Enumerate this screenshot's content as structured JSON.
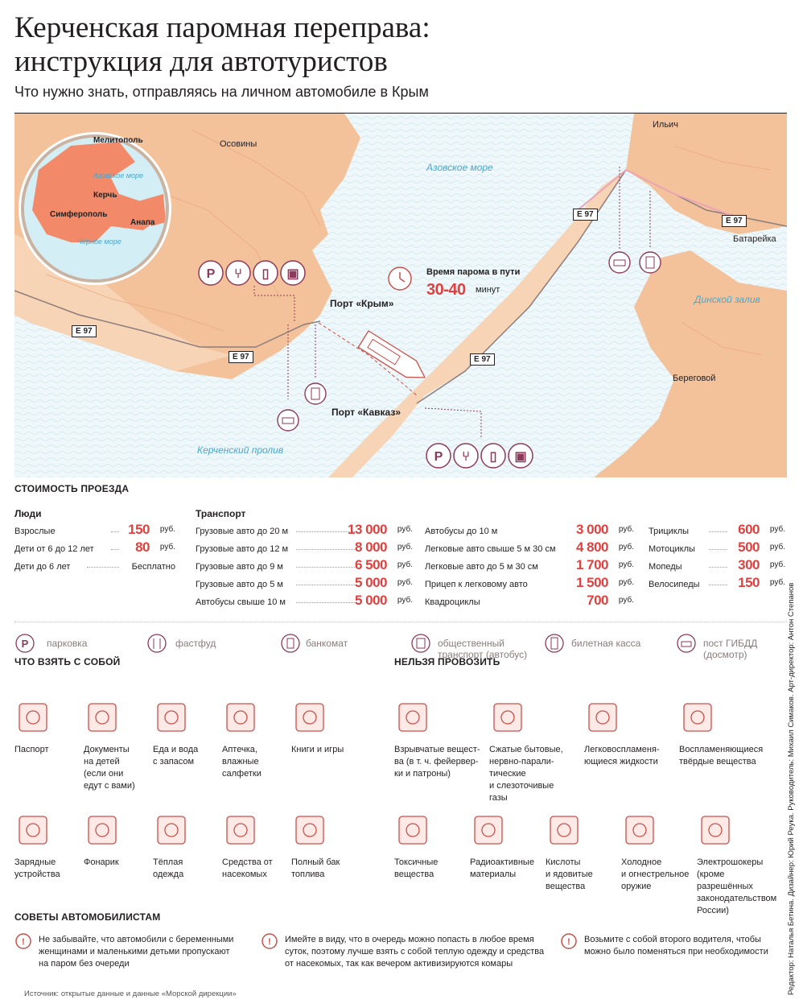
{
  "header": {
    "title_line1": "Керченская паромная переправа:",
    "title_line2": "инструкция для автотуристов",
    "subtitle": "Что нужно знать, отправляясь на личном автомобиле в Крым"
  },
  "map": {
    "inset": {
      "melitopol": "Мелитополь",
      "azov": "Азовское море",
      "kerch": "Керчь",
      "simferopol": "Симферополь",
      "anapa": "Анапа",
      "black": "Чёрное море"
    },
    "places": {
      "osoviny": "Осовины",
      "ilyich": "Ильич",
      "batareyka": "Батарейка",
      "beregovoy": "Береговой"
    },
    "seas": {
      "azov": "Азовское море",
      "dinsky": "Динской залив",
      "kerch_strait": "Керченский пролив"
    },
    "roads": {
      "e97": "E 97"
    },
    "ports": {
      "crimea": "Порт «Крым»",
      "kavkaz": "Порт «Кавказ»"
    },
    "ferry_time": {
      "label": "Время парома в пути",
      "value": "30-40",
      "unit": "минут"
    }
  },
  "fares": {
    "title": "СТОИМОСТЬ ПРОЕЗДА",
    "people_title": "Люди",
    "transport_title": "Транспорт",
    "currency": "руб.",
    "people": [
      {
        "label": "Взрослые",
        "value": "150"
      },
      {
        "label": "Дети от 6 до 12 лет",
        "value": "80"
      },
      {
        "label": "Дети до 6 лет",
        "value": "Бесплатно"
      }
    ],
    "transport_col1": [
      {
        "label": "Грузовые авто до 20 м",
        "value": "13 000"
      },
      {
        "label": "Грузовые авто до 12 м",
        "value": "8 000"
      },
      {
        "label": "Грузовые авто до 9 м",
        "value": "6 500"
      },
      {
        "label": "Грузовые авто до 5 м",
        "value": "5 000"
      },
      {
        "label": "Автобусы свыше 10 м",
        "value": "5 000"
      }
    ],
    "transport_col2": [
      {
        "label": "Автобусы до 10 м",
        "value": "3 000"
      },
      {
        "label": "Легковые авто свыше 5 м 30 см",
        "value": "4 800"
      },
      {
        "label": "Легковые авто до 5 м 30 см",
        "value": "1 700"
      },
      {
        "label": "Прицеп к легковому авто",
        "value": "1 500"
      },
      {
        "label": "Квадроциклы",
        "value": "700"
      }
    ],
    "transport_col3": [
      {
        "label": "Трициклы",
        "value": "600"
      },
      {
        "label": "Мотоциклы",
        "value": "500"
      },
      {
        "label": "Мопеды",
        "value": "300"
      },
      {
        "label": "Велосипеды",
        "value": "150"
      }
    ]
  },
  "legend": {
    "parking": "парковка",
    "fastfood": "фастфуд",
    "atm": "банкомат",
    "bus_1": "общественный",
    "bus_2": "транспорт (автобус)",
    "ticket": "билетная касса",
    "police_1": "пост ГИБДД",
    "police_2": "(досмотр)"
  },
  "take": {
    "title": "ЧТО ВЗЯТЬ С СОБОЙ",
    "items": [
      {
        "icon": "passport-icon",
        "l1": "Паспорт"
      },
      {
        "icon": "documents-icon",
        "l1": "Документы",
        "l2": "на детей",
        "l3": "(если они",
        "l4": "едут с вами)"
      },
      {
        "icon": "food-icon",
        "l1": "Еда и вода",
        "l2": "с запасом"
      },
      {
        "icon": "first-aid-icon",
        "l1": "Аптечка,",
        "l2": "влажные",
        "l3": "салфетки"
      },
      {
        "icon": "books-games-icon",
        "l1": "Книги и игры"
      },
      {
        "icon": "charger-icon",
        "l1": "Зарядные",
        "l2": "устройства"
      },
      {
        "icon": "flashlight-icon",
        "l1": "Фонарик"
      },
      {
        "icon": "jacket-icon",
        "l1": "Тёплая",
        "l2": "одежда"
      },
      {
        "icon": "spray-icon",
        "l1": "Средства от",
        "l2": "насекомых"
      },
      {
        "icon": "fuel-icon",
        "l1": "Полный бак",
        "l2": "топлива"
      }
    ]
  },
  "forbidden": {
    "title": "НЕЛЬЗЯ ПРОВОЗИТЬ",
    "items": [
      {
        "icon": "explosives-icon",
        "l1": "Взрывчатые вещест-",
        "l2": "ва (в т. ч. фейервер-",
        "l3": "ки и патроны)"
      },
      {
        "icon": "gas-cylinders-icon",
        "l1": "Сжатые бытовые,",
        "l2": "нервно-парали-",
        "l3": "тические",
        "l4": "и слезоточивые",
        "l5": "газы"
      },
      {
        "icon": "flammable-liquids-icon",
        "l1": "Легковоспламеня-",
        "l2": "ющиеся жидкости"
      },
      {
        "icon": "flammable-solids-icon",
        "l1": "Воспламеняющиеся",
        "l2": "твёрдые вещества"
      },
      {
        "icon": "toxic-icon",
        "l1": "Токсичные",
        "l2": "вещества"
      },
      {
        "icon": "radioactive-icon",
        "l1": "Радиоактивные",
        "l2": "материалы"
      },
      {
        "icon": "acids-icon",
        "l1": "Кислоты",
        "l2": "и ядовитые",
        "l3": "вещества"
      },
      {
        "icon": "weapon-icon",
        "l1": "Холодное",
        "l2": "и огнестрельное",
        "l3": "оружие"
      },
      {
        "icon": "stun-gun-icon",
        "l1": "Электрошокеры",
        "l2": "(кроме разрешённых",
        "l3": "законодательством",
        "l4": "России)"
      }
    ]
  },
  "tips": {
    "title": "СОВЕТЫ АВТОМОБИЛИСТАМ",
    "items": [
      {
        "l1": "Не забывайте, что автомобили с беременными",
        "l2": "женщинами и маленькими детьми пропускают",
        "l3": "на паром без очереди"
      },
      {
        "l1": "Имейте в виду, что в очередь можно попасть в любое время",
        "l2": "суток, поэтому лучше взять с собой теплую одежду и средства",
        "l3": "от насекомых, так как вечером активизируются комары"
      },
      {
        "l1": "Возьмите с собой второго водителя, чтобы",
        "l2": "можно было поменяться при необходимости"
      }
    ]
  },
  "source": "Источник: открытые данные и данные «Морской дирекции»",
  "credits": "Редактор: Наталья Бетина. Дизайнер: Юрий Реука. Руководитель: Михаил Симаков. Арт-директор: Антон Степанов",
  "colors": {
    "land": "#f4c29a",
    "water": "#dff0f5",
    "accent": "#e0413f",
    "icon_stroke": "#c8504a",
    "poi": "#8b3a5a"
  }
}
